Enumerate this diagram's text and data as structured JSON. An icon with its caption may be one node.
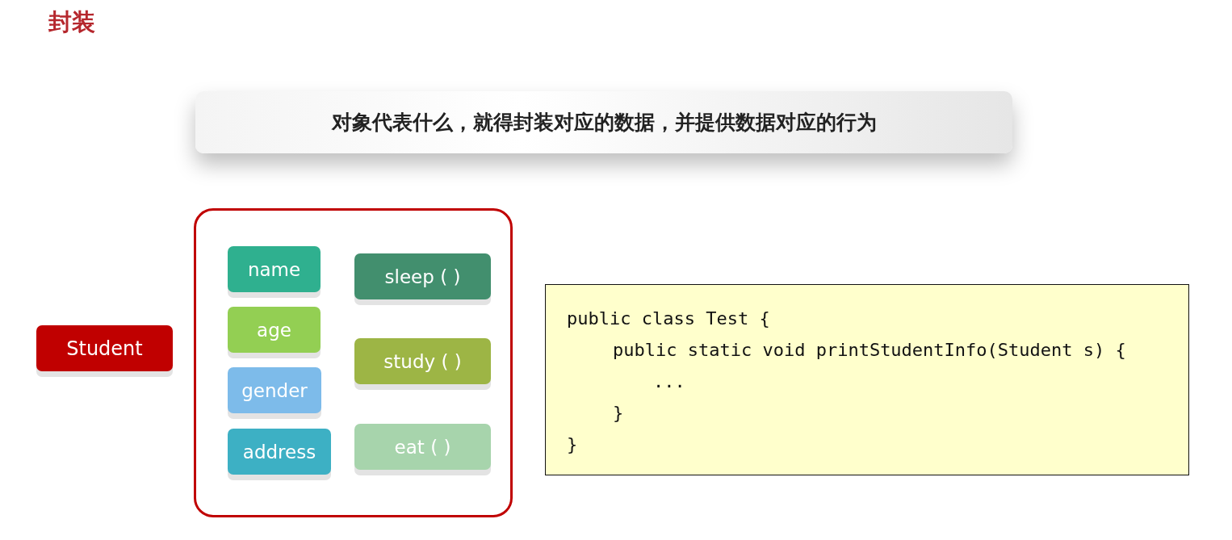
{
  "diagram": {
    "title": "封装",
    "nodes": [
      {
        "text": [
          "对象代表什么，就得封装对应的数据，并提供数据对应的行为"
        ]
      },
      {
        "text": [
          "Student"
        ]
      },
      {
        "text": [],
        "shape": "box"
      },
      {
        "text": [
          "name"
        ],
        "in": 2
      },
      {
        "text": [
          "age"
        ],
        "in": 2
      },
      {
        "text": [
          "gender"
        ],
        "in": 2
      },
      {
        "text": [
          "address"
        ],
        "in": 2
      },
      {
        "text": [
          "sleep ( )"
        ],
        "in": 2
      },
      {
        "text": [
          "study ( )"
        ],
        "in": 2
      },
      {
        "text": [
          "eat ( )"
        ],
        "in": 2
      },
      {
        "text": [
          "public class Test {",
          "public static void printStudentInfo(Student s) {",
          "...",
          "}",
          "}"
        ]
      }
    ],
    "edges": []
  }
}
